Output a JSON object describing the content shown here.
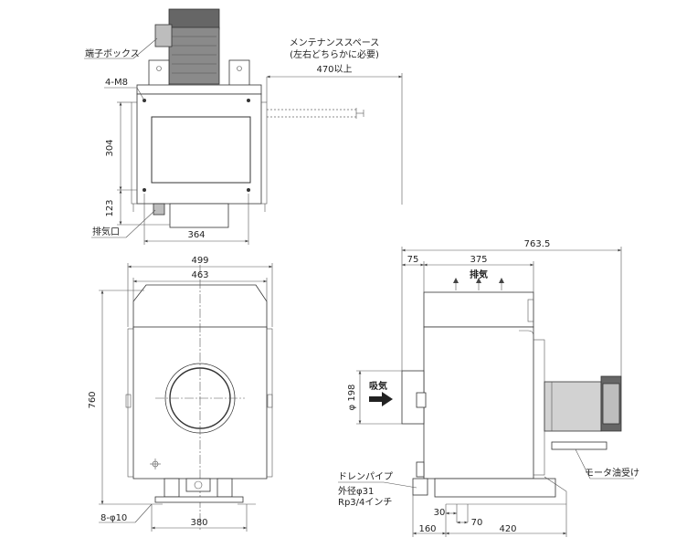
{
  "labels": {
    "terminal_box": "端子ボックス",
    "bolts": "4-M8",
    "exhaust_port": "排気口",
    "maintenance_space_line1": "メンテナンススペース",
    "maintenance_space_line2": "(左右どちらかに必要)",
    "maintenance_dim": "470以上",
    "exhaust": "排気",
    "intake": "吸気",
    "drain_pipe": "ドレンパイプ",
    "drain_od": "外径φ31",
    "drain_thread": "Rp3/4インチ",
    "motor_oil_pan": "モータ油受け",
    "foot_holes": "8-φ10"
  },
  "dims": {
    "top_height_upper": "304",
    "top_height_lower": "123",
    "top_width": "364",
    "front_overall_width": "499",
    "front_inner_width": "463",
    "front_height": "760",
    "front_foot_span": "380",
    "side_overall": "763.5",
    "side_offset": "75",
    "side_body": "375",
    "side_intake_dia": "φ 198",
    "side_foot_offset": "30",
    "side_foot_gap": "70",
    "side_foot_left": "160",
    "side_foot_span": "420"
  }
}
